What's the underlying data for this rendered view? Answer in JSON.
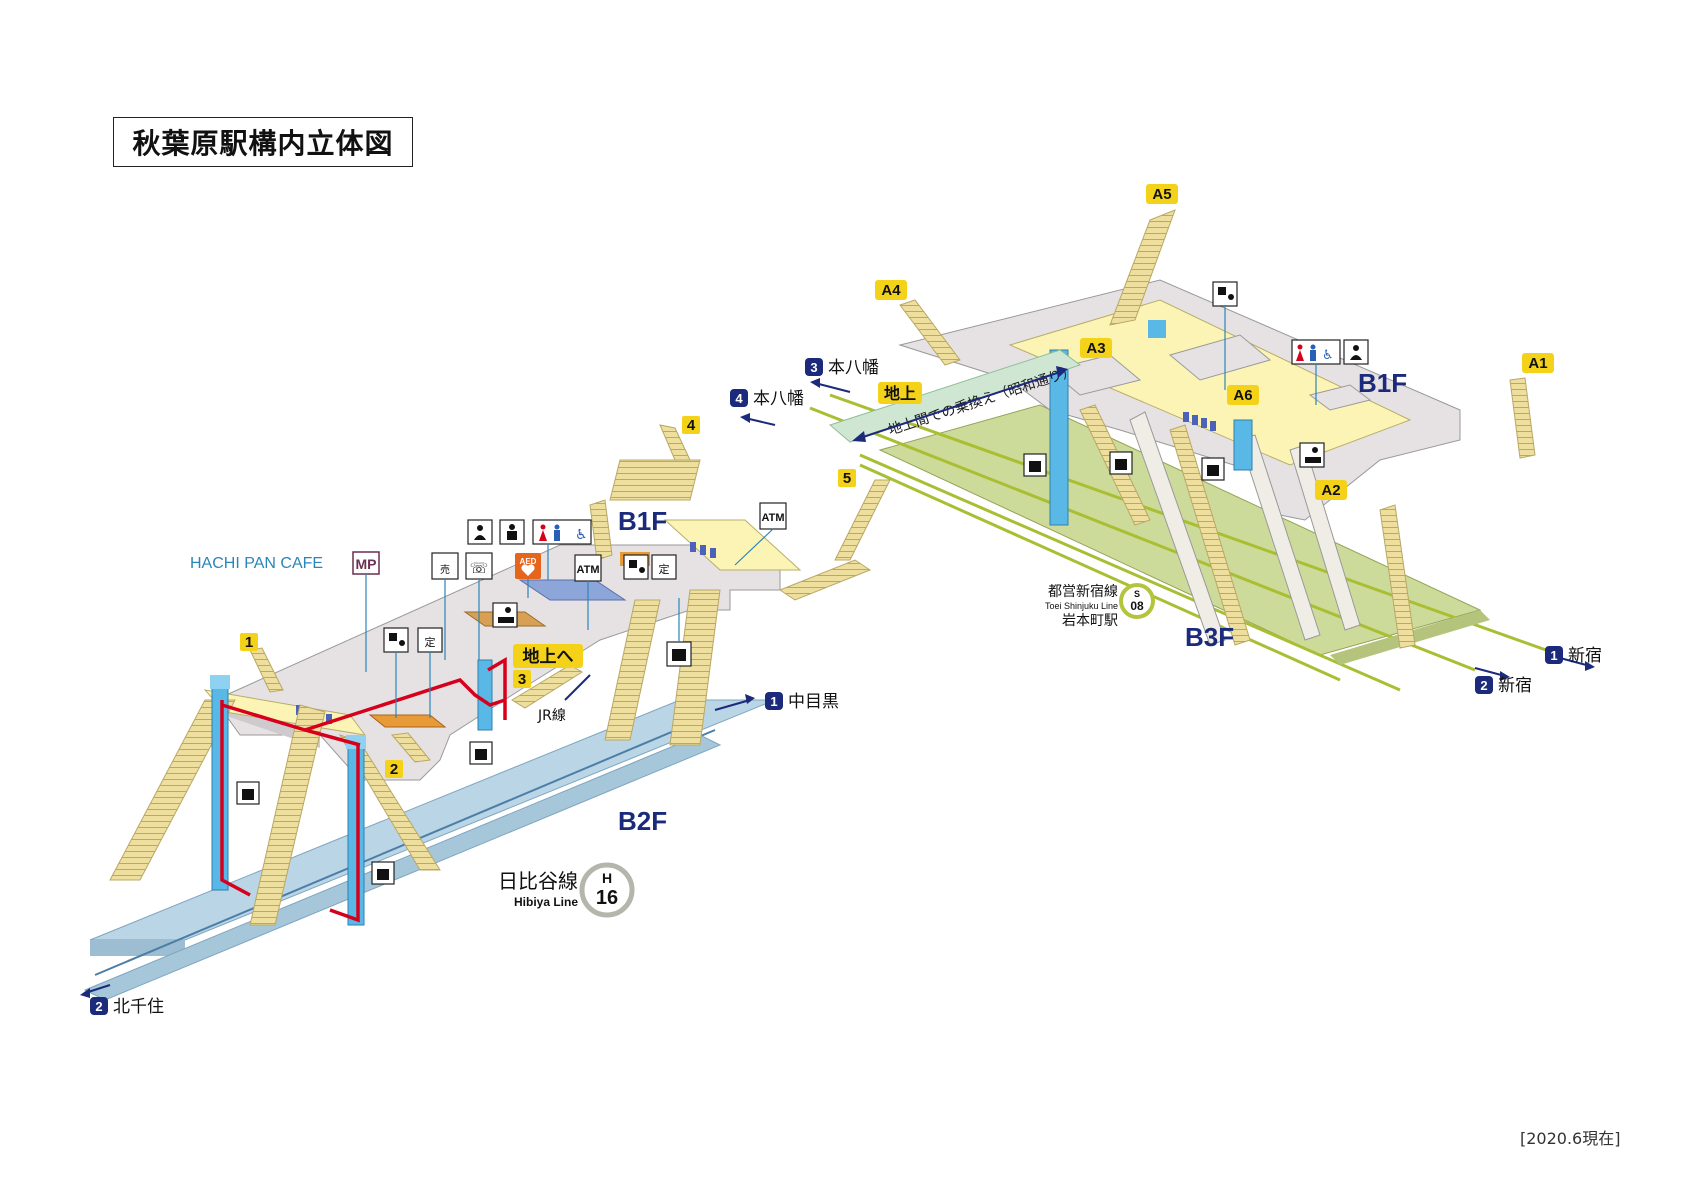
{
  "title": "秋葉原駅構内立体図",
  "date_note": "[2020.6現在]",
  "floors": {
    "left_b1f": "B1F",
    "left_b2f": "B2F",
    "right_b1f": "B1F",
    "right_b3f": "B3F"
  },
  "lines": {
    "hibiya": {
      "name_jp": "日比谷線",
      "name_en": "Hibiya Line",
      "code_letter": "H",
      "code_number": "16",
      "color": "#b5b5ac"
    },
    "shinjuku": {
      "name_jp": "都営新宿線",
      "name_en": "Toei Shinjuku Line",
      "station": "岩本町駅",
      "code_letter": "S",
      "code_number": "08",
      "color": "#b4c43c"
    }
  },
  "exits_left": [
    "1",
    "2",
    "3",
    "4",
    "5"
  ],
  "exits_right": [
    "A1",
    "A2",
    "A3",
    "A4",
    "A5",
    "A6"
  ],
  "destinations": {
    "d1_nakameguro": {
      "num": "1",
      "label": "中目黒"
    },
    "d2_kitasenju": {
      "num": "2",
      "label": "北千住"
    },
    "d3_motoyawata": {
      "num": "3",
      "label": "本八幡"
    },
    "d4_motoyawata": {
      "num": "4",
      "label": "本八幡"
    },
    "d1_shinjuku": {
      "num": "1",
      "label": "新宿"
    },
    "d2_shinjuku": {
      "num": "2",
      "label": "新宿"
    }
  },
  "labels": {
    "hachi_pan": "HACHI PAN CAFE",
    "mp": "MP",
    "to_ground": "地上へ",
    "jr": "JR線",
    "chijo": "地上",
    "transfer_banner": "地上間での乗換え（昭和通り）",
    "atm": "ATM",
    "aed": "AED",
    "ticket": "定",
    "shop": "売"
  },
  "colors": {
    "navy": "#1b2a7a",
    "exit_yellow": "#f5d21a",
    "platform_blue": "#b9d5e6",
    "platform_green": "#cddb9a",
    "floor_gray": "#e6e2e4",
    "stair": "#eedf9e",
    "elevator": "#5ab8e6",
    "route_red": "#d6001c",
    "concourse_yellow": "#fbf4b4"
  }
}
